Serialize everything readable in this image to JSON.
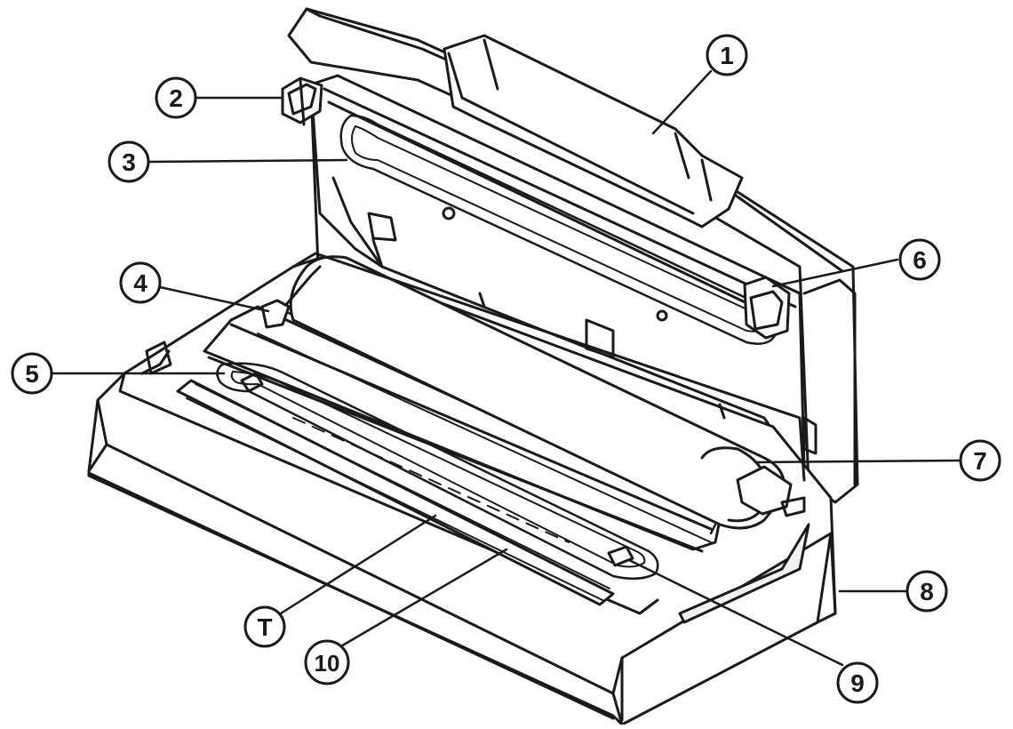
{
  "callouts": [
    {
      "id": "1",
      "label": "1"
    },
    {
      "id": "2",
      "label": "2"
    },
    {
      "id": "3",
      "label": "3"
    },
    {
      "id": "4",
      "label": "4"
    },
    {
      "id": "5",
      "label": "5"
    },
    {
      "id": "6",
      "label": "6"
    },
    {
      "id": "7",
      "label": "7"
    },
    {
      "id": "8",
      "label": "8"
    },
    {
      "id": "9",
      "label": "9"
    },
    {
      "id": "10",
      "label": "10"
    },
    {
      "id": "T",
      "label": "T"
    }
  ],
  "colors": {
    "line": "#1a1a1a",
    "fill": "#ffffff",
    "shade": "#f2f2f2"
  }
}
